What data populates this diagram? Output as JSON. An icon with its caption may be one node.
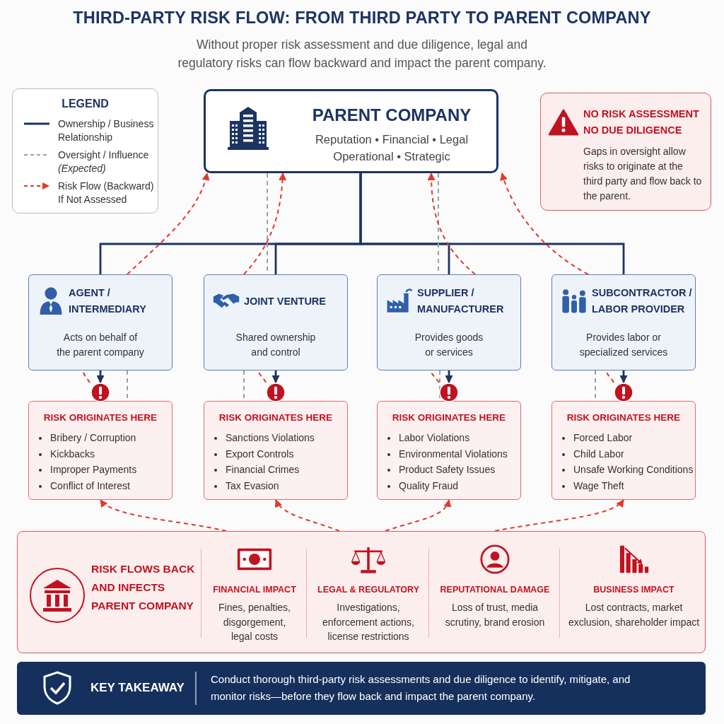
{
  "diagram": {
    "title": "THIRD-PARTY RISK FLOW: FROM THIRD PARTY TO PARENT COMPANY",
    "nodes": [
      {
        "text": [
          "PARENT COMPANY",
          "Reputation • Financial • Legal Operational • Strategic"
        ]
      },
      {
        "text": [
          "AGENT / INTERMEDIARY",
          "Acts on behalf of the parent company"
        ]
      },
      {
        "text": [
          "JOINT VENTURE",
          "Shared ownership and control"
        ]
      },
      {
        "text": [
          "SUPPLIER / MANUFACTURER",
          "Provides goods or services"
        ]
      },
      {
        "text": [
          "SUBCONTRACTOR / LABOR PROVIDER",
          "Provides labor or specialized services"
        ]
      },
      {
        "text": [
          "RISK ORIGINATES HERE",
          "Bribery / Corruption",
          "Kickbacks",
          "Improper Payments",
          "Conflict of Interest"
        ]
      },
      {
        "text": [
          "RISK ORIGINATES HERE",
          "Sanctions Violations",
          "Export Controls",
          "Financial Crimes",
          "Tax Evasion"
        ]
      },
      {
        "text": [
          "RISK ORIGINATES HERE",
          "Labor Violations",
          "Environmental Violations",
          "Product Safety Issues",
          "Quality Fraud"
        ]
      },
      {
        "text": [
          "RISK ORIGINATES HERE",
          "Forced Labor",
          "Child Labor",
          "Unsafe Working Conditions",
          "Wage Theft"
        ]
      },
      {
        "text": [
          "RISK FLOWS BACK AND INFECTS PARENT COMPANY",
          "FINANCIAL IMPACT",
          "Fines, penalties, disgorgement, legal costs",
          "LEGAL & REGULATORY",
          "Investigations, enforcement actions, license restrictions",
          "REPUTATIONAL DAMAGE",
          "Loss of trust, media scrutiny, brand erosion",
          "BUSINESS IMPACT",
          "Lost contracts, market exclusion, shareholder impact"
        ]
      },
      {
        "text": [
          "NO RISK ASSESSMENT NO DUE DILIGENCE",
          "Gaps in oversight allow risks to originate at the third party and flow back to the parent."
        ]
      },
      {
        "text": [
          "KEY TAKEAWAY",
          "Conduct thorough third-party risk assessments and due diligence to identify, mitigate, and monitor risks—before they flow back and impact the parent company."
        ]
      }
    ],
    "edges": [
      {
        "from": 0,
        "to": 1,
        "arrow": "none",
        "color": "#1c3461"
      },
      {
        "from": 0,
        "to": 2,
        "arrow": "none",
        "color": "#1c3461"
      },
      {
        "from": 0,
        "to": 3,
        "arrow": "none",
        "color": "#1c3461"
      },
      {
        "from": 0,
        "to": 4,
        "arrow": "none",
        "color": "#1c3461"
      },
      {
        "from": 1,
        "to": 5,
        "arrow": "to",
        "color": "#1c3461"
      },
      {
        "from": 2,
        "to": 6,
        "arrow": "to",
        "color": "#1c3461"
      },
      {
        "from": 3,
        "to": 7,
        "arrow": "to",
        "color": "#1c3461"
      },
      {
        "from": 4,
        "to": 8,
        "arrow": "to",
        "color": "#1c3461"
      },
      {
        "from": 0,
        "to": 2,
        "arrow": "none",
        "style": "dashed",
        "color": "#9aa0a8"
      },
      {
        "from": 0,
        "to": 3,
        "arrow": "none",
        "style": "dashed",
        "color": "#9aa0a8"
      },
      {
        "from": 1,
        "to": 5,
        "arrow": "none",
        "style": "dashed",
        "color": "#9aa0a8"
      },
      {
        "from": 2,
        "to": 6,
        "arrow": "none",
        "style": "dashed",
        "color": "#9aa0a8"
      },
      {
        "from": 3,
        "to": 7,
        "arrow": "none",
        "style": "dashed",
        "color": "#9aa0a8"
      },
      {
        "from": 4,
        "to": 8,
        "arrow": "none",
        "style": "dashed",
        "color": "#9aa0a8"
      },
      {
        "from": 1,
        "to": 0,
        "arrow": "to",
        "style": "dashed"
      },
      {
        "from": 2,
        "to": 0,
        "arrow": "to",
        "style": "dashed"
      },
      {
        "from": 3,
        "to": 0,
        "arrow": "to",
        "style": "dashed"
      },
      {
        "from": 4,
        "to": 0,
        "arrow": "to",
        "style": "dashed"
      },
      {
        "from": 5,
        "to": 1,
        "arrow": "none",
        "style": "dashed"
      },
      {
        "from": 6,
        "to": 2,
        "arrow": "none",
        "style": "dashed"
      },
      {
        "from": 7,
        "to": 3,
        "arrow": "none",
        "style": "dashed"
      },
      {
        "from": 8,
        "to": 4,
        "arrow": "none",
        "style": "dashed"
      },
      {
        "from": 9,
        "to": 5,
        "arrow": "to",
        "style": "dashed"
      },
      {
        "from": 9,
        "to": 6,
        "arrow": "to",
        "style": "dashed"
      },
      {
        "from": 9,
        "to": 7,
        "arrow": "to",
        "style": "dashed"
      },
      {
        "from": 9,
        "to": 8,
        "arrow": "to",
        "style": "dashed"
      }
    ],
    "labels": [
      "Without proper risk assessment and due diligence, legal and regulatory risks can flow backward and impact the parent company.",
      "LEGEND"
    ],
    "legend": [
      {
        "text": "Ownership / Business Relationship"
      },
      {
        "text": "Oversight / Influence *(Expected)*"
      },
      {
        "text": "Risk Flow (Backward) If Not Assessed"
      }
    ]
  }
}
